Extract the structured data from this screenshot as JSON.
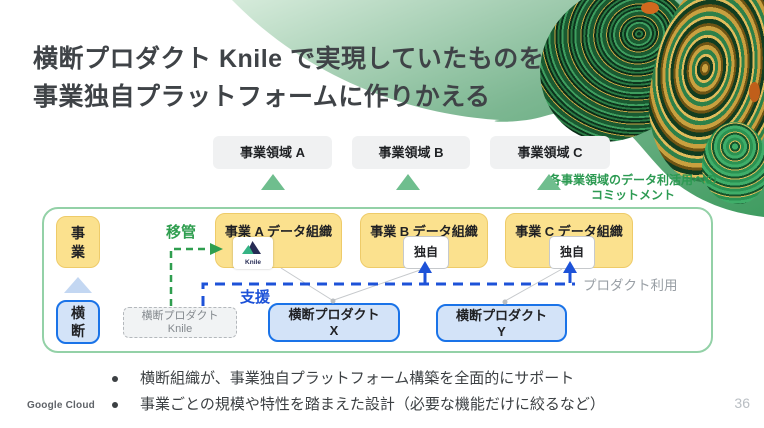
{
  "colors": {
    "accent_green": "#2f9e4f",
    "accent_blue": "#1d52d8",
    "box_blue_border": "#1a73e8",
    "box_blue_fill": "#d3e3f8",
    "box_yellow_fill": "#fbe18e",
    "box_gray_fill": "#f0f1f2",
    "triangle_green": "#6fbe8e",
    "container_border": "#93d1a7"
  },
  "header": {
    "title_line1": "横断プロダクト Knile で実現していたものを",
    "title_line2": "事業独自プラットフォームに作りかえる"
  },
  "business_areas": {
    "a": "事業領域 A",
    "b": "事業領域 B",
    "c": "事業領域 C"
  },
  "commitment": {
    "line1": "各事業領域のデータ利活用への",
    "line2": "コミットメント"
  },
  "diagram": {
    "row_business_label": "事\n業",
    "row_cross_label": "横\n断",
    "transfer_label": "移管",
    "support_label": "支援",
    "product_use_label": "プロダクト利用",
    "org_a": {
      "title": "事業 A データ組織",
      "chip_label": "Knile"
    },
    "org_b": {
      "title": "事業 B データ組織",
      "chip_label": "独自"
    },
    "org_c": {
      "title": "事業 C データ組織",
      "chip_label": "独自"
    },
    "legacy_product": {
      "line1": "横断プロダクト",
      "line2": "Knile"
    },
    "product_x": {
      "line1": "横断プロダクト",
      "line2": "X"
    },
    "product_y": {
      "line1": "横断プロダクト",
      "line2": "Y"
    }
  },
  "bullets": {
    "item1": "横断組織が、事業独自プラットフォーム構築を全面的にサポート",
    "item2": "事業ごとの規模や特性を踏まえた設計（必要な機能だけに絞るなど）"
  },
  "footer": {
    "logo": "Google Cloud",
    "page_number": "36"
  }
}
